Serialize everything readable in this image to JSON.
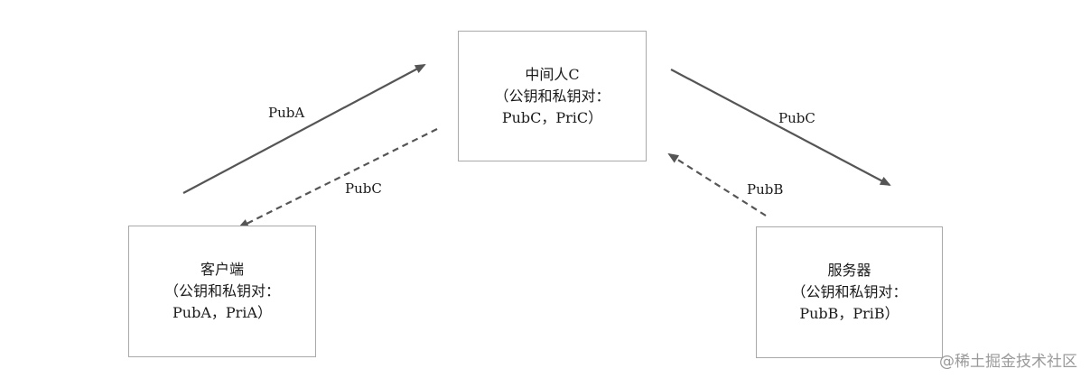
{
  "nodes": {
    "mitm": {
      "title": "中间人C",
      "keypair_label": "（公钥和私钥对：",
      "keys": "PubC，PriC）"
    },
    "client": {
      "title": "客户端",
      "keypair_label": "（公钥和私钥对：",
      "keys": "PubA，PriA）"
    },
    "server": {
      "title": "服务器",
      "keypair_label": "（公钥和私钥对：",
      "keys": "PubB，PriB）"
    }
  },
  "edges": {
    "client_to_mitm": "PubA",
    "mitm_to_client": "PubC",
    "mitm_to_server": "PubC",
    "server_to_mitm": "PubB"
  },
  "colors": {
    "arrow": "#555555",
    "box_border": "#a9a9a9",
    "watermark": "#9a9a9a"
  },
  "watermark": "@稀土掘金技术社区"
}
